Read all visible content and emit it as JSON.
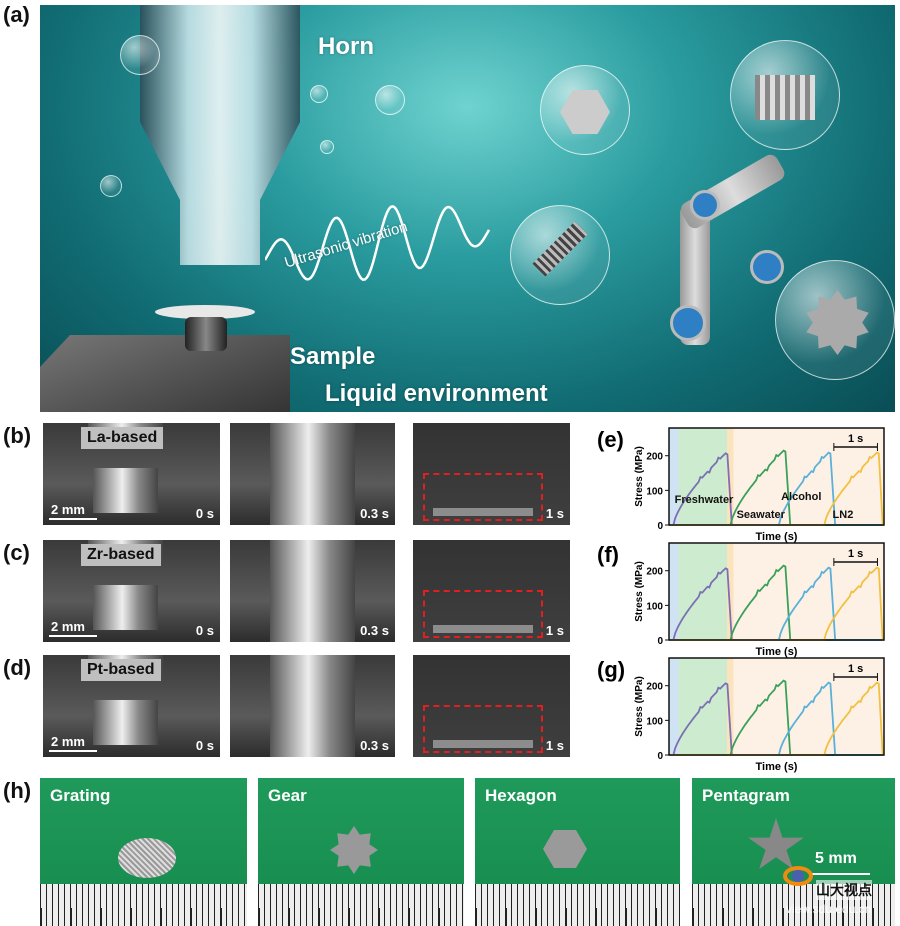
{
  "panel_a": {
    "label": "(a)",
    "horn": "Horn",
    "vibration": "Ultrasonic vibration",
    "sample": "Sample",
    "environment": "Liquid environment"
  },
  "rows": [
    {
      "label": "(b)",
      "material": "La-based",
      "scale": "2 mm",
      "times": [
        "0 s",
        "0.3 s",
        "1 s"
      ]
    },
    {
      "label": "(c)",
      "material": "Zr-based",
      "scale": "2 mm",
      "times": [
        "0 s",
        "0.3 s",
        "1 s"
      ]
    },
    {
      "label": "(d)",
      "material": "Pt-based",
      "scale": "2 mm",
      "times": [
        "0 s",
        "0.3 s",
        "1 s"
      ]
    }
  ],
  "chart_data": [
    {
      "panel": "(e)",
      "type": "line",
      "xlabel": "Time (s)",
      "ylabel": "Stress (MPa)",
      "yticks": [
        0,
        100,
        200
      ],
      "ylim": [
        0,
        280
      ],
      "xlim": [
        0,
        4.93
      ],
      "scale_bar": "1 s",
      "series": [
        {
          "name": "Freshwater",
          "color": "#7b6fb5",
          "start": 0.1,
          "peak_time": 1.34,
          "peak": 212,
          "end": 1.44
        },
        {
          "name": "Seawater",
          "color": "#3aa05a",
          "start": 1.41,
          "peak_time": 2.67,
          "peak": 220,
          "end": 2.78
        },
        {
          "name": "Alcohol",
          "color": "#5ab0d8",
          "start": 2.52,
          "peak_time": 3.7,
          "peak": 214,
          "end": 3.81
        },
        {
          "name": "LN2",
          "color": "#f2c040",
          "start": 3.56,
          "peak_time": 4.81,
          "peak": 214,
          "end": 4.9
        }
      ],
      "bands": [
        {
          "from": 0,
          "to": 0.22,
          "color": "#cfe3f5"
        },
        {
          "from": 0.22,
          "to": 1.33,
          "color": "#cdeccf"
        },
        {
          "from": 1.33,
          "to": 1.48,
          "color": "#fbe3bd"
        },
        {
          "from": 1.48,
          "to": 4.93,
          "color": "#fdf1e6"
        }
      ],
      "show_labels": true
    },
    {
      "panel": "(f)",
      "type": "line",
      "xlabel": "Time (s)",
      "ylabel": "Stress (MPa)",
      "yticks": [
        0,
        100,
        200
      ],
      "ylim": [
        0,
        280
      ],
      "xlim": [
        0,
        4.93
      ],
      "scale_bar": "1 s",
      "same_series_as": "(e)",
      "show_labels": false
    },
    {
      "panel": "(g)",
      "type": "line",
      "xlabel": "Time (s)",
      "ylabel": "Stress (MPa)",
      "yticks": [
        0,
        100,
        200
      ],
      "ylim": [
        0,
        280
      ],
      "xlim": [
        0,
        4.93
      ],
      "scale_bar": "1 s",
      "same_series_as": "(e)",
      "show_labels": false
    }
  ],
  "panel_h": {
    "label": "(h)",
    "items": [
      "Grating",
      "Gear",
      "Hexagon",
      "Pentagram"
    ],
    "scale": "5 mm"
  },
  "watermark": {
    "name": "山大视点",
    "url": "view.sdu.edu.cn"
  }
}
